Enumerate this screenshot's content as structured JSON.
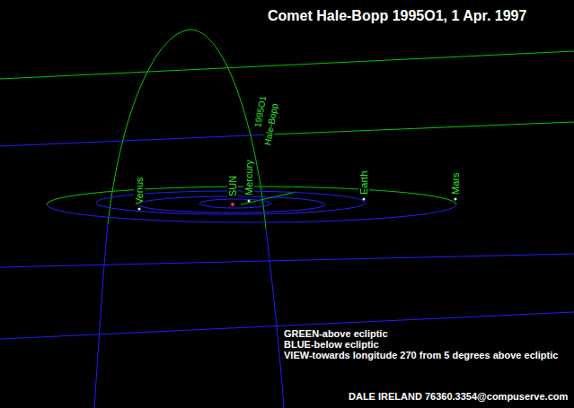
{
  "diagram": {
    "title": "Comet Hale-Bopp 1995O1, 1 Apr. 1997",
    "labels": [
      "1995O1",
      "Hale-Bopp",
      "Venus",
      "SUN",
      "Mercury",
      "Earth",
      "Mars",
      "GREEN-above ecliptic",
      "BLUE-below ecliptic",
      "VIEW-towards longitude 270 from 5 degrees above ecliptic",
      "DALE IRELAND 76360.3354@compuserve.com"
    ]
  }
}
